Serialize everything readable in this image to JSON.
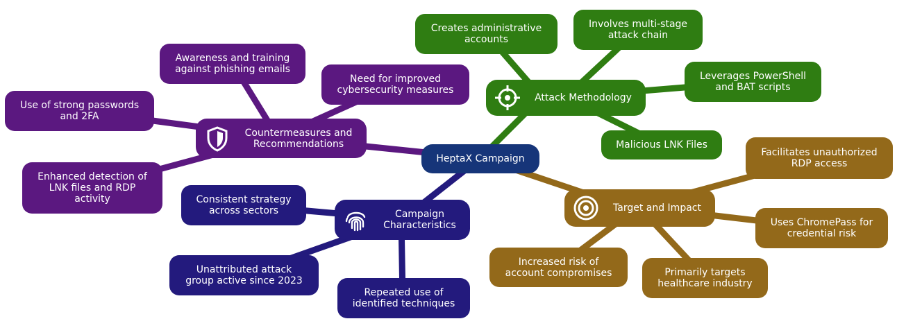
{
  "root": {
    "label": "HeptaX Campaign",
    "color": "#163579"
  },
  "branches": {
    "attack": {
      "label": "Attack Methodology",
      "icon": "crosshair-icon",
      "color": "#2f7d12",
      "items": [
        "Creates administrative\naccounts",
        "Involves multi-stage\nattack chain",
        "Leverages PowerShell\nand BAT scripts",
        "Malicious LNK Files"
      ]
    },
    "target": {
      "label": "Target and Impact",
      "icon": "target-icon",
      "color": "#93691a",
      "items": [
        "Facilitates unauthorized\nRDP access",
        "Uses ChromePass for\ncredential risk",
        "Primarily targets\nhealthcare industry",
        "Increased risk of\naccount compromises"
      ]
    },
    "counter": {
      "label": "Countermeasures and\nRecommendations",
      "icon": "shield-icon",
      "color": "#5b1880",
      "items": [
        "Awareness and training\nagainst phishing emails",
        "Need for improved\ncybersecurity measures",
        "Use of strong passwords\nand 2FA",
        "Enhanced detection of\nLNK files and RDP\nactivity"
      ]
    },
    "campaign": {
      "label": "Campaign\nCharacteristics",
      "icon": "fingerprint-icon",
      "color": "#231a7d",
      "items": [
        "Consistent strategy\nacross sectors",
        "Unattributed attack\ngroup active since 2023",
        "Repeated use of\nidentified techniques"
      ]
    }
  }
}
